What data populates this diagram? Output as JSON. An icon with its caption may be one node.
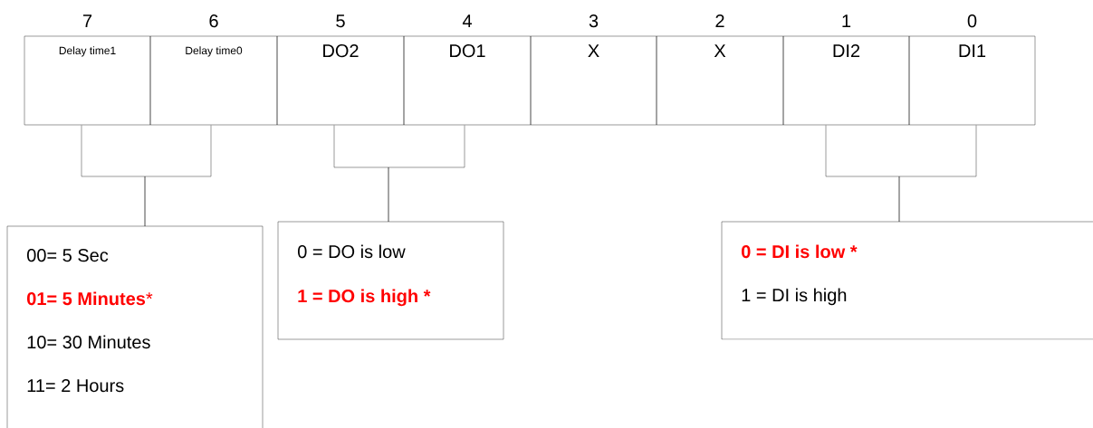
{
  "diagram": {
    "nodes": [
      {
        "text": [
          "Delay time1"
        ],
        "beside": [
          "7"
        ]
      },
      {
        "text": [
          "Delay time0"
        ],
        "beside": [
          "6"
        ]
      },
      {
        "text": [
          "DO2"
        ],
        "beside": [
          "5"
        ]
      },
      {
        "text": [
          "DO1"
        ],
        "beside": [
          "4"
        ]
      },
      {
        "text": [
          "X"
        ],
        "beside": [
          "3"
        ]
      },
      {
        "text": [
          "X"
        ],
        "beside": [
          "2"
        ]
      },
      {
        "text": [
          "DI2"
        ],
        "beside": [
          "1"
        ]
      },
      {
        "text": [
          "DI1"
        ],
        "beside": [
          "0"
        ]
      },
      {
        "text": [
          "00= 5 Sec",
          "**01= 5 Minutes***",
          "10= 30 Minutes",
          "11= 2 Hours"
        ]
      },
      {
        "text": [
          "0 = DO is low",
          "**1 = DO is high ***"
        ]
      },
      {
        "text": [
          "**0 = DI is low ***",
          "1 = DI is high"
        ]
      }
    ],
    "edges": [
      {
        "from": 0,
        "to": 8,
        "arrow": "none"
      },
      {
        "from": 1,
        "to": 8,
        "arrow": "none"
      },
      {
        "from": 2,
        "to": 9,
        "arrow": "none"
      },
      {
        "from": 3,
        "to": 9,
        "arrow": "none"
      },
      {
        "from": 6,
        "to": 10,
        "arrow": "none"
      },
      {
        "from": 7,
        "to": 10,
        "arrow": "none"
      }
    ]
  }
}
